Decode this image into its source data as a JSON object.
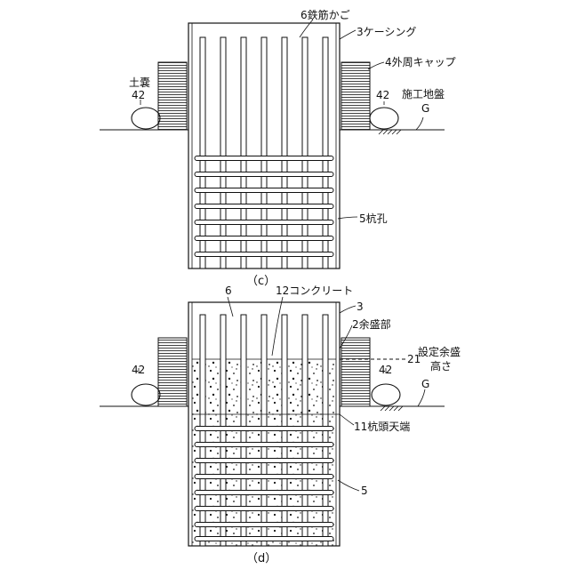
{
  "figure_c": {
    "caption": "（c）",
    "labels": {
      "cage": "6鉄筋かご",
      "casing": "3ケーシング",
      "cap": "4外周キャップ",
      "sandbag_name": "土嚢",
      "sandbag_left": "42",
      "sandbag_right": "42",
      "ground_name": "施工地盤",
      "ground": "G",
      "pile_hole": "5杭孔"
    }
  },
  "figure_d": {
    "caption": "（d）",
    "labels": {
      "cage": "6",
      "concrete": "12コンクリート",
      "casing": "3",
      "extra": "2余盛部",
      "design_num": "21",
      "design_1": "設定余盛",
      "design_2": "高さ",
      "sandbag_left": "42",
      "sandbag_right": "42",
      "ground": "G",
      "pile_top": "11杭頭天端",
      "pile_hole": "5"
    }
  }
}
